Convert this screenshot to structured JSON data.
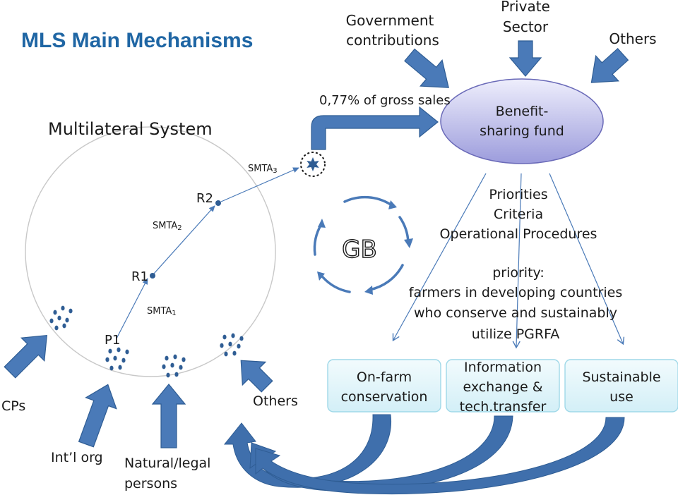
{
  "title": "MLS Main Mechanisms",
  "system_label": "Multilateral System",
  "fund": {
    "line1": "Benefit-",
    "line2": "sharing fund"
  },
  "sources": {
    "government_1": "Government",
    "government_2": "contributions",
    "private_1": "Private",
    "private_2": "Sector",
    "others": "Others"
  },
  "royalty": "0,77% of gross sales",
  "nodes": {
    "p1": "P1",
    "r1": "R1",
    "r2": "R2"
  },
  "smta": {
    "s1_main": "SMTA",
    "s1_sub": "1",
    "s2_main": "SMTA",
    "s2_sub": "2",
    "s3_main": "SMTA",
    "s3_sub": "3"
  },
  "gb": "GB",
  "priorities": {
    "line1": "Priorities",
    "line2": "Criteria",
    "line3": "Operational Procedures",
    "line4": "priority:",
    "line5": "farmers in developing countries",
    "line6": "who conserve and sustainably",
    "line7": "utilize PGRFA"
  },
  "boxes": {
    "b1_l1": "On-farm",
    "b1_l2": "conservation",
    "b2_l1": "Information",
    "b2_l2": "exchange &",
    "b2_l3": "tech.transfer",
    "b3_l1": "Sustainable",
    "b3_l2": "use"
  },
  "inputs": {
    "cps": "CPs",
    "intl": "Int’l org",
    "natural_1": "Natural/legal",
    "natural_2": "persons",
    "others": "Others"
  },
  "colors": {
    "arrow_fill": "#4a7ab8",
    "arrow_stroke": "#2f5d94",
    "title": "#1f66a4",
    "fund_fill_top": "#e6e6fb",
    "fund_fill_bottom": "#9f9fdf",
    "box_fill": "#e4f6fb"
  }
}
